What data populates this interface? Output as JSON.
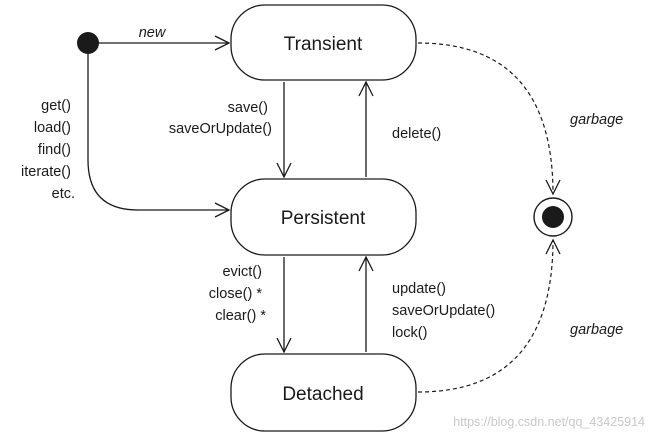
{
  "states": {
    "transient": "Transient",
    "persistent": "Persistent",
    "detached": "Detached"
  },
  "transitions": {
    "new": "new",
    "initial_to_persistent": [
      "get()",
      "load()",
      "find()",
      "iterate()",
      "etc."
    ],
    "transient_to_persistent": [
      "save()",
      "saveOrUpdate()"
    ],
    "persistent_to_transient": [
      "delete()"
    ],
    "persistent_to_detached": [
      "evict()",
      "close() *",
      "clear() *"
    ],
    "detached_to_persistent": [
      "update()",
      "saveOrUpdate()",
      "lock()"
    ],
    "garbage_top": "garbage",
    "garbage_bottom": "garbage"
  },
  "watermark": "https://blog.csdn.net/qq_43425914",
  "colors": {
    "stroke": "#1a1a1a",
    "fill": "#ffffff",
    "watermark": "#c8c8c8"
  }
}
